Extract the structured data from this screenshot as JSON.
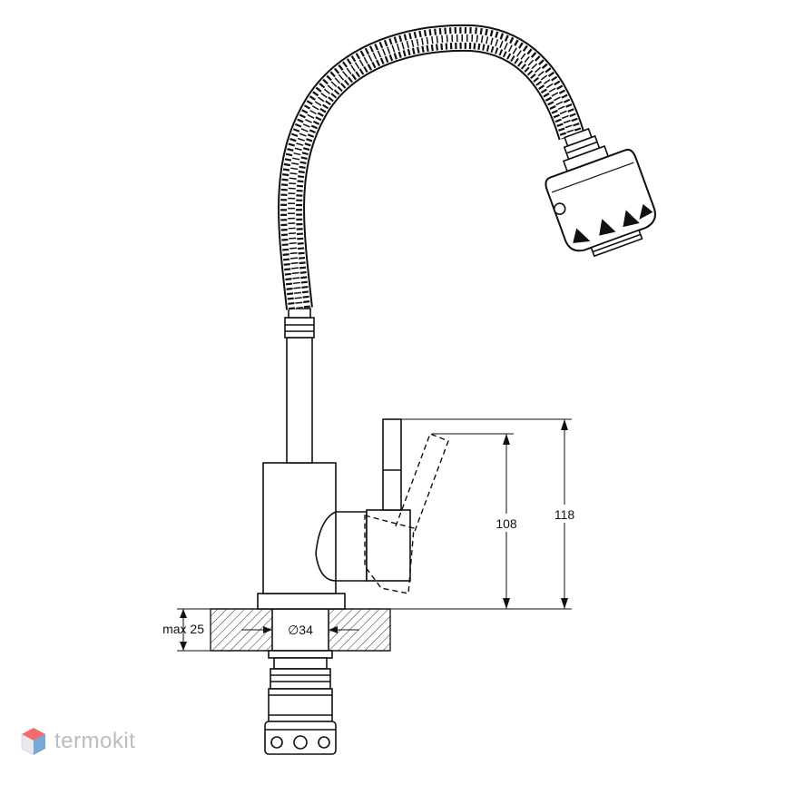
{
  "dimensions": {
    "lever_height_label": "108",
    "total_height_label": "118",
    "max_thickness_label": "max 25",
    "hole_diameter_label": "∅34"
  },
  "brand": {
    "name": "termokit",
    "logo_colors": [
      "#f36b6b",
      "#7aa6d8",
      "#e8e8ee"
    ]
  },
  "colors": {
    "line": "#111111",
    "hatch": "#333333",
    "logo_text": "#b9bcc2"
  }
}
